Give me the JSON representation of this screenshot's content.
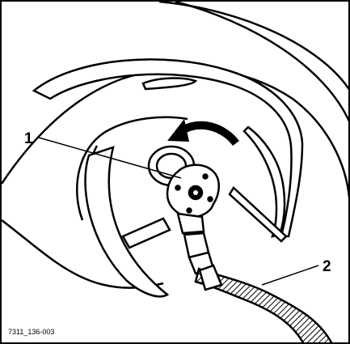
{
  "figure": {
    "callouts": [
      {
        "number": "1"
      },
      {
        "number": "2"
      }
    ],
    "figure_code": "7311_136-003",
    "colors": {
      "ink": "#000000",
      "paper": "#ffffff",
      "shade": "#9a9a9a"
    }
  }
}
